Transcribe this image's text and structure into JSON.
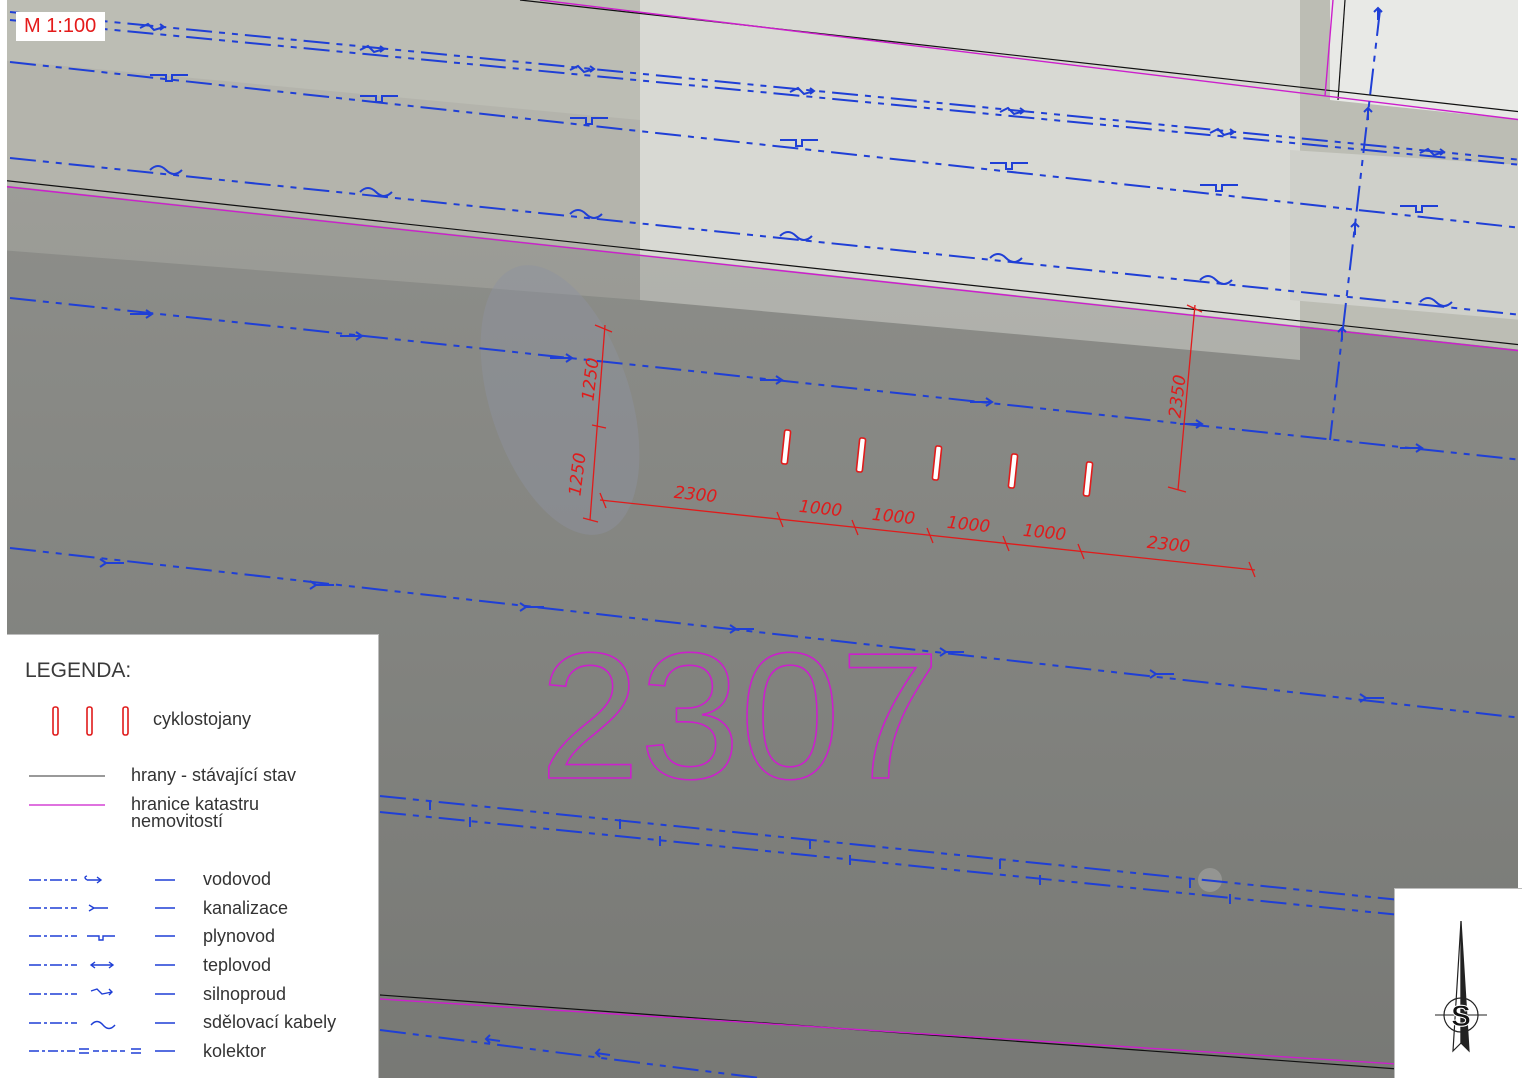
{
  "scale_label": "M 1:100",
  "parcel_number": "2307",
  "dimensions": {
    "vertical": [
      "1250",
      "1250",
      "2350"
    ],
    "horizontal": [
      "2300",
      "1000",
      "1000",
      "1000",
      "1000",
      "2300"
    ]
  },
  "legend": {
    "title": "LEGENDA:",
    "items": [
      {
        "label": "cyklostojany",
        "icon": "bike-stand-icon"
      },
      {
        "label": "hrany - stávající stav",
        "icon": "black-line-icon"
      },
      {
        "label": "hranice katastru nemovitostí",
        "icon": "magenta-line-icon"
      },
      {
        "label": "vodovod",
        "icon": "water-line-icon"
      },
      {
        "label": "kanalizace",
        "icon": "sewer-line-icon"
      },
      {
        "label": "plynovod",
        "icon": "gas-line-icon"
      },
      {
        "label": "teplovod",
        "icon": "heat-line-icon"
      },
      {
        "label": "silnoproud",
        "icon": "power-line-icon"
      },
      {
        "label": "sdělovací kabely",
        "icon": "telecom-line-icon"
      },
      {
        "label": "kolektor",
        "icon": "collector-line-icon"
      }
    ]
  },
  "colors": {
    "utility_blue": "#1f3fd6",
    "dimension_red": "#e01b1b",
    "cadastre_magenta": "#cc1fcc",
    "edge_black": "#111111"
  },
  "north_arrow": {
    "icon": "north-arrow-icon",
    "label": "S"
  }
}
